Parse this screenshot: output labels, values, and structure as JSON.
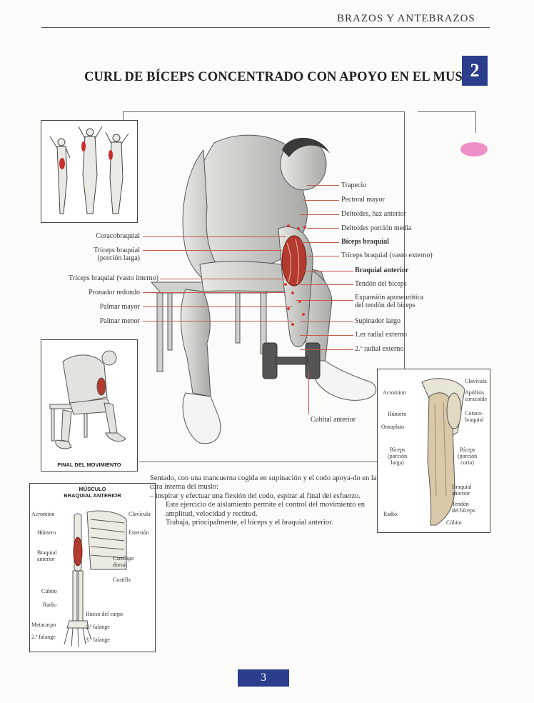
{
  "header": {
    "section": "BRAZOS Y ANTEBRAZOS"
  },
  "title": "CURL DE BÍCEPS CONCENTRADO CON APOYO EN EL MUSLO",
  "chapter_number": "2",
  "page_number": "3",
  "main_labels_left": [
    "Coracobraquial",
    "Tríceps braquial\n(porción larga)",
    "Tríceps braquial (vasto interno)",
    "Pronador redondo",
    "Palmar mayor",
    "Palmar menor"
  ],
  "main_labels_right": [
    "Trapecio",
    "Pectoral mayor",
    "Deltoides, haz anterior",
    "Deltoides porción media",
    "Bíceps braquial",
    "Tríceps braquial (vasto externo)",
    "Braquial anterior",
    "Tendón del bíceps",
    "Expansión aponeurótica\ndel tendón del bíceps",
    "Supinador largo",
    "1.er radial externo",
    "2.º radial externo"
  ],
  "label_cubital": "Cubital anterior",
  "final_movement_caption": "FINAL DEL MOVIMIENTO",
  "muscle_inset": {
    "title_1": "MÚSCULO",
    "title_2": "BRAQUIAL ANTERIOR",
    "left": [
      "Acromion",
      "Húmero",
      "Braquial\nanterior",
      "Cúbito",
      "Radio",
      "Metacarpo",
      "2.ª falange"
    ],
    "right": [
      "Clavícula",
      "Esternón",
      "Cartílago\ndorsal",
      "Costilla",
      "Hueso del carpo",
      "1.ª falange",
      "3.ª falange"
    ]
  },
  "shoulder_inset": {
    "left": [
      "Acromion",
      "Húmero",
      "Omoplato",
      "Bíceps\n(porción\nlarga)",
      "Radio"
    ],
    "right": [
      "Clavícula",
      "Apófisis\ncoracoide",
      "Coraco-\nbraquial",
      "Bíceps\n(porción\ncorta)",
      "Braquial\nanterior",
      "Tendón\ndel bíceps",
      "Cúbito"
    ]
  },
  "description": {
    "intro": "Sentado, con una mancuerna cogida en supinación y el codo apoya-do en la cara interna del muslo:",
    "bullet": "–  inspirar y efectuar una flexión del codo, espirar al final del esfuerzo.",
    "para_1": "Este ejercicio de aislamiento permite el control del movimiento en amplitud, velocidad y rectitud.",
    "para_2": "Trabaja, principalmente, el bíceps y el braquial anterior."
  },
  "colors": {
    "badge": "#2b3d8c",
    "accent_pink": "#ee8fc7",
    "muscle_red": "#b33a2e"
  }
}
